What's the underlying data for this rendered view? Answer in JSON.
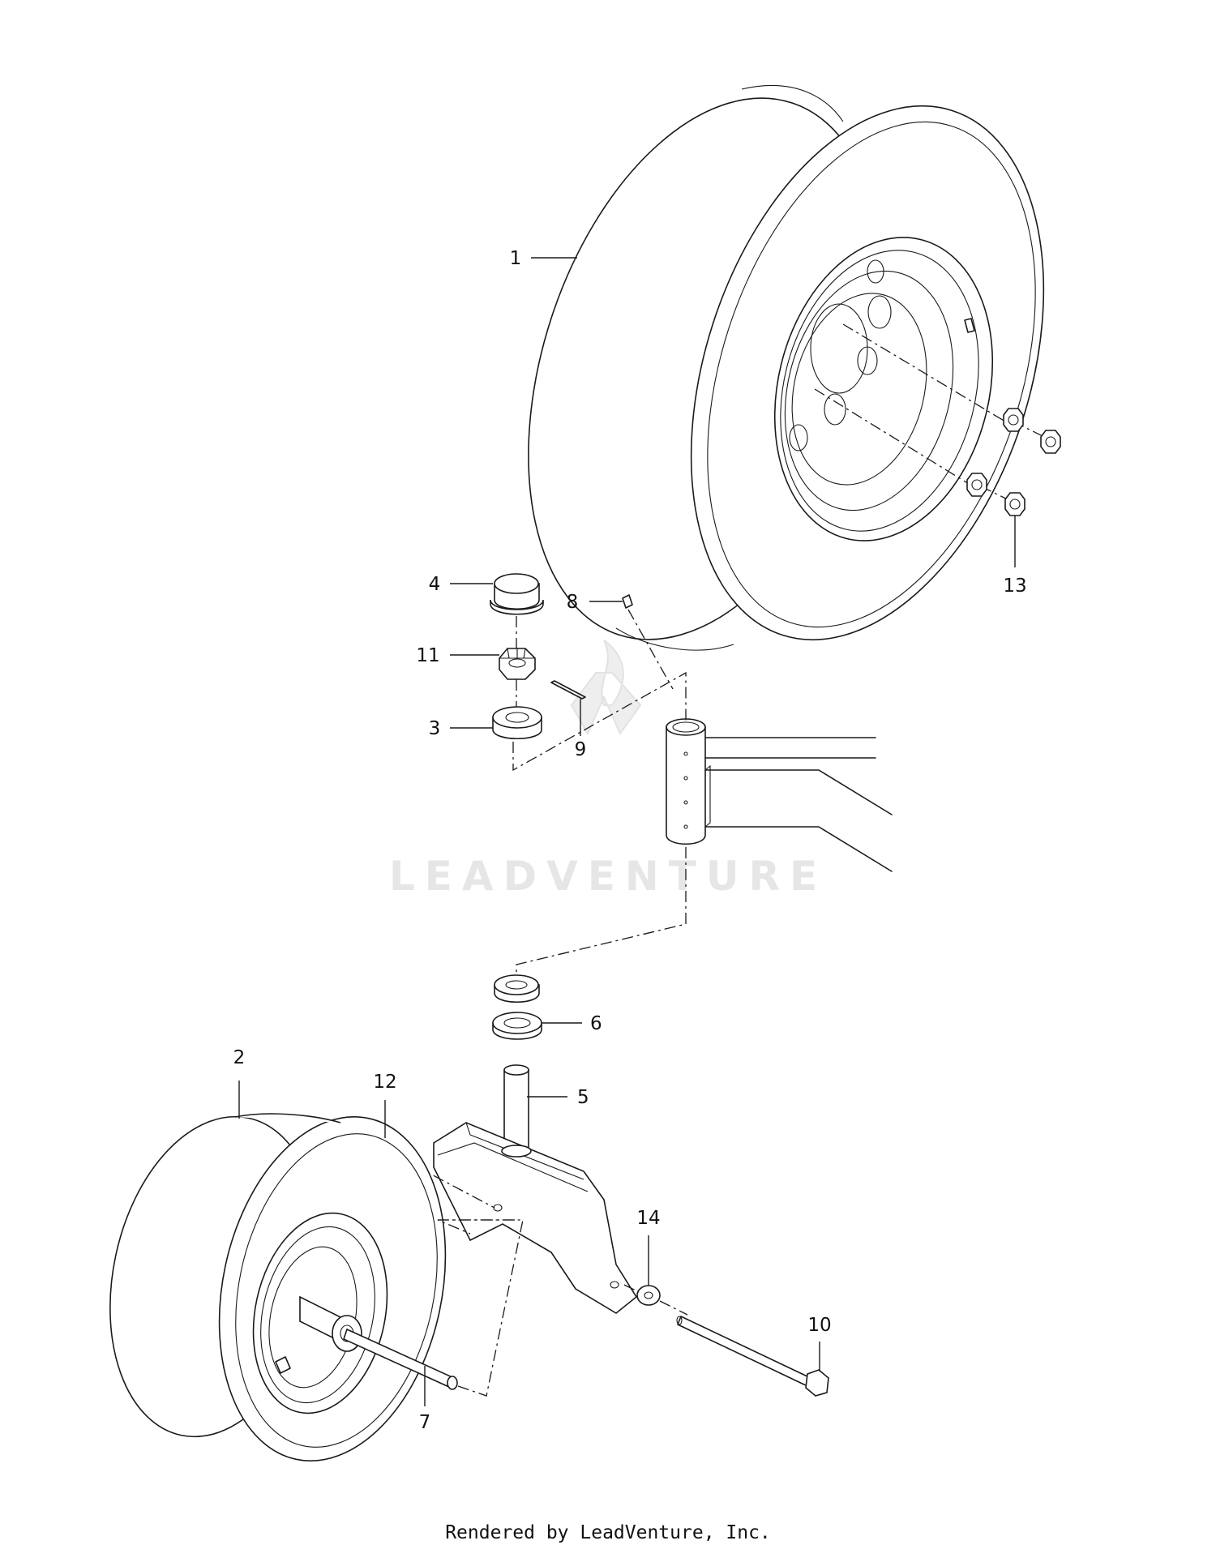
{
  "callouts": [
    {
      "id": "1",
      "label": "1"
    },
    {
      "id": "2",
      "label": "2"
    },
    {
      "id": "3",
      "label": "3"
    },
    {
      "id": "4",
      "label": "4"
    },
    {
      "id": "5",
      "label": "5"
    },
    {
      "id": "6",
      "label": "6"
    },
    {
      "id": "7",
      "label": "7"
    },
    {
      "id": "8",
      "label": "8"
    },
    {
      "id": "9",
      "label": "9"
    },
    {
      "id": "10",
      "label": "10"
    },
    {
      "id": "11",
      "label": "11"
    },
    {
      "id": "12",
      "label": "12"
    },
    {
      "id": "13",
      "label": "13"
    },
    {
      "id": "14",
      "label": "14"
    }
  ],
  "watermark": {
    "text": "LEADVENTURE",
    "logo": "leadventure-flame-logo"
  },
  "footer": {
    "text": "Rendered by LeadVenture, Inc."
  }
}
